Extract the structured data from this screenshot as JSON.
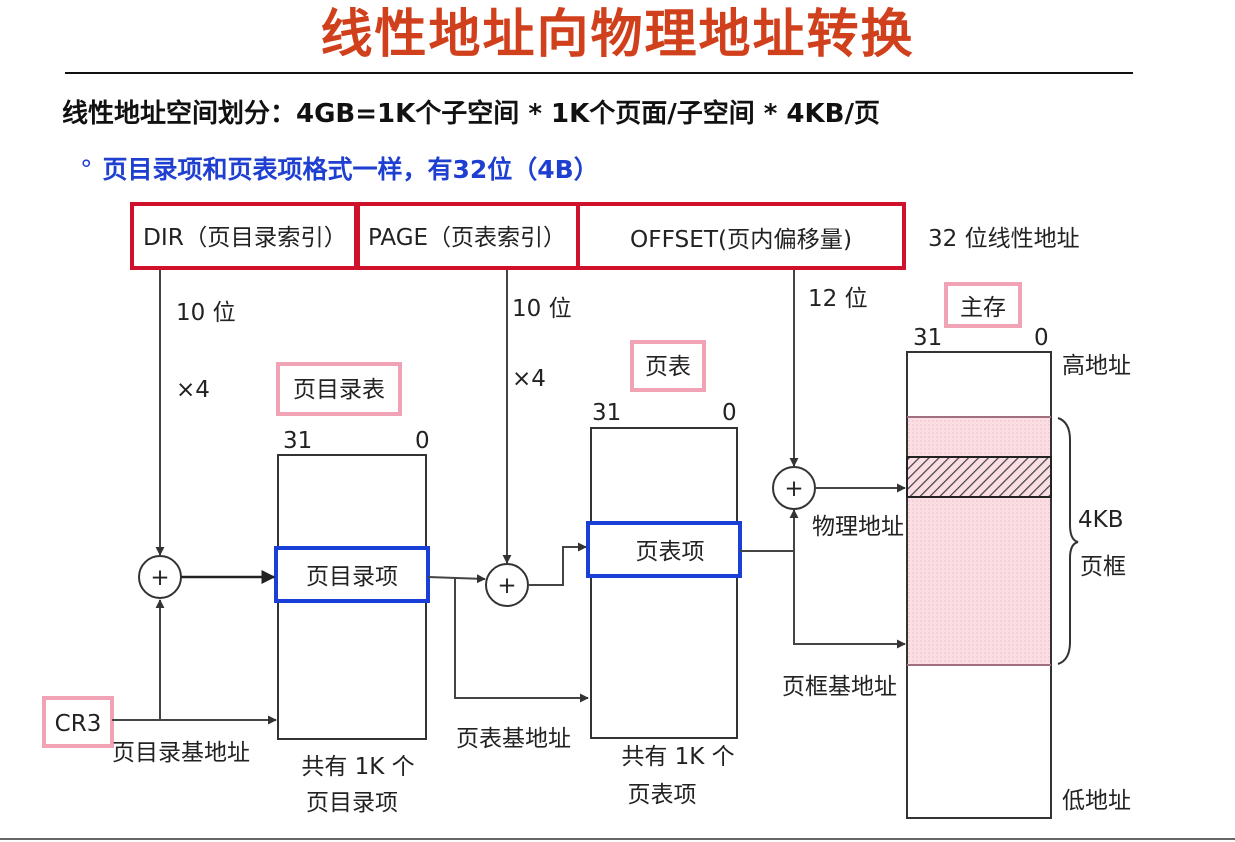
{
  "slide": {
    "title": "线性地址向物理地址转换",
    "subtitle": "线性地址空间划分：4GB=1K个子空间 * 1K个页面/子空间 * 4KB/页",
    "bullet_mark": "°",
    "bullet": "页目录项和页表项格式一样，有32位（4B）"
  },
  "linear_address": {
    "fields": [
      "DIR（页目录索引）",
      "PAGE（页表索引）",
      "OFFSET(页内偏移量)"
    ],
    "caption": "32 位线性地址",
    "dir_bits": "10 位",
    "page_bits": "10 位",
    "offset_bits": "12 位",
    "times4_dir": "×4",
    "times4_page": "×4"
  },
  "page_directory": {
    "title": "页目录表",
    "bit_high": "31",
    "bit_low": "0",
    "entry": "页目录项",
    "count_line1": "共有 1K 个",
    "count_line2": "页目录项"
  },
  "page_table": {
    "title": "页表",
    "bit_high": "31",
    "bit_low": "0",
    "entry": "页表项",
    "count_line1": "共有 1K 个",
    "count_line2": "页表项",
    "base_label": "页表基地址"
  },
  "main_memory": {
    "title": "主存",
    "bit_high": "31",
    "bit_low": "0",
    "high_addr": "高地址",
    "low_addr": "低地址",
    "frame_size": "4KB",
    "frame_label": "页框",
    "physical_addr": "物理地址",
    "frame_base": "页框基地址"
  },
  "cr3": {
    "label": "CR3",
    "base_label": "页目录基地址"
  },
  "adders": [
    "+",
    "+",
    "+"
  ],
  "colors": {
    "title": "#d0401c",
    "bullet": "#1f3fd1",
    "red_border": "#d0112b",
    "pink_border": "#f0a3b5",
    "blue_border": "#1a3fd6",
    "frame_fill": "#fbdde4"
  }
}
